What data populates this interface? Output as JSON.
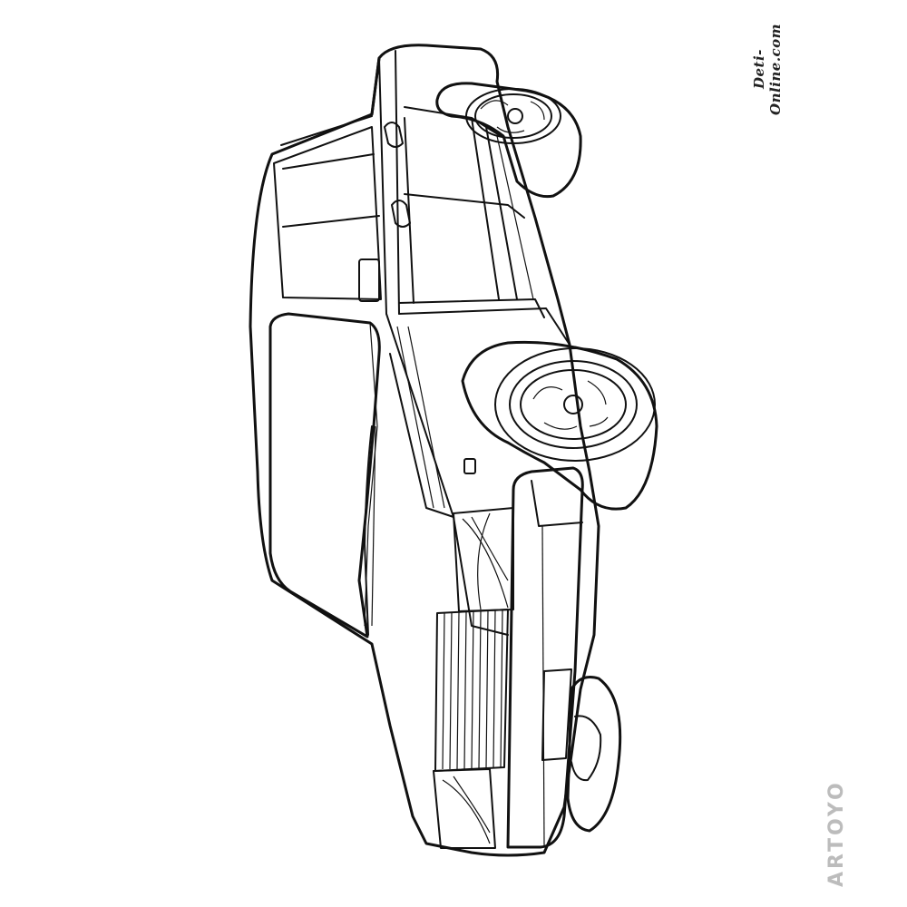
{
  "watermarks": {
    "site": "Deti-Online.com",
    "brand": "ARTOYO"
  },
  "illustration": {
    "subject": "pickup-truck-coloring-page",
    "line_color": "#111111",
    "background_color": "#ffffff",
    "brand_accent_color": "#3aa0e0"
  }
}
